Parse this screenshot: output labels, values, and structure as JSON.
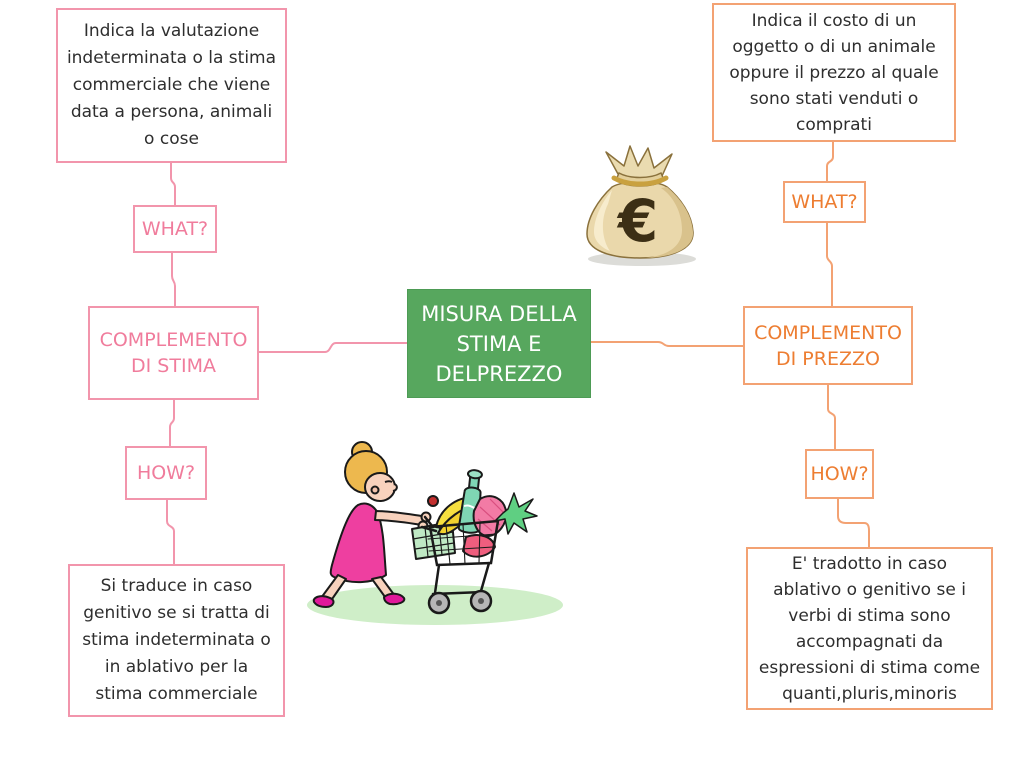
{
  "page": {
    "background_color": "#ffffff"
  },
  "center_node": {
    "title_lines": [
      "MISURA DELLA",
      "STIMA E",
      "DELPREZZO"
    ],
    "bg_color": "#57a75e",
    "text_color": "#ffffff"
  },
  "stima_branch": {
    "accent_color": "#f07c9c",
    "line_color": "#f295ac",
    "definition_lines": [
      "Indica la valutazione",
      "indeterminata o la stima",
      "commerciale che viene",
      "data a persona, animali",
      "o cose"
    ],
    "what_label": "WHAT?",
    "node_lines": [
      "COMPLEMENTO",
      "DI STIMA"
    ],
    "how_label": "HOW?",
    "translation_lines": [
      "Si traduce in caso",
      "genitivo se si tratta di",
      "stima indeterminata o",
      "in ablativo per la",
      "stima commerciale"
    ]
  },
  "prezzo_branch": {
    "accent_color": "#ed7d31",
    "line_color": "#f3a273",
    "definition_lines": [
      "Indica il costo di un",
      "oggetto o di un animale",
      "oppure il prezzo al quale",
      "sono stati venduti o",
      "comprati"
    ],
    "what_label": "WHAT?",
    "node_lines": [
      "COMPLEMENTO",
      "DI PREZZO"
    ],
    "how_label": "HOW?",
    "translation_lines": [
      "E' tradotto in caso",
      "ablativo o genitivo se i",
      "verbi di stima sono",
      "accompagnati da",
      "espressioni di stima come",
      "quanti,pluris,minoris"
    ]
  },
  "illustrations": {
    "money_bag": {
      "name": "euro-money-bag",
      "symbol": "€"
    },
    "shopper": {
      "name": "woman-pushing-shopping-cart"
    }
  }
}
